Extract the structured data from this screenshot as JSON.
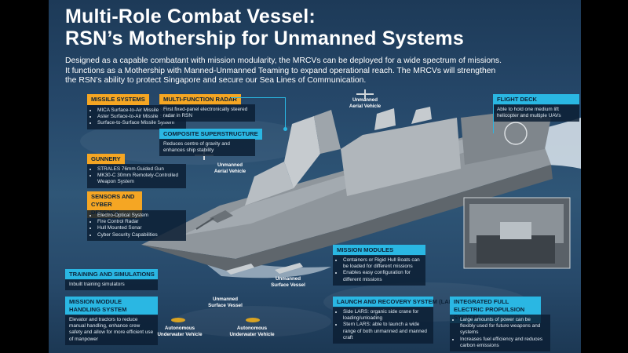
{
  "title_line1": "Multi-Role Combat Vessel:",
  "title_line2": "RSN’s Mothership for Unmanned Systems",
  "intro_lines": [
    "Designed as a capable combatant with mission modularity, the MRCVs can be deployed for a wide spectrum of missions.",
    "It functions as a Mothership with Manned-Unmanned Teaming to expand operational reach. The MRCVs will strengthen",
    "the RSN’s ability to protect Singapore and secure our Sea Lines of Communication."
  ],
  "missile": {
    "title": "MISSILE SYSTEMS",
    "items": [
      "MICA Surface-to-Air Missile System",
      "Aster Surface-to-Air Missile System",
      "Surface-to-Surface Missile System"
    ]
  },
  "mfr": {
    "title": "MULTI-FUNCTION RADAR",
    "text": "First fixed-panel electronically steered radar in RSN"
  },
  "composite": {
    "title": "COMPOSITE SUPERSTRUCTURE",
    "text": "Reduces centre of gravity and enhances ship stability"
  },
  "gunnery": {
    "title": "GUNNERY",
    "items": [
      "STRALES 76mm Guided Gun",
      "MK30-C 30mm Remotely-Controlled Weapon System"
    ]
  },
  "sensors": {
    "title": "SENSORS AND CYBER DEFENCE",
    "items": [
      "Electro-Optical System",
      "Fire Control Radar",
      "Hull Mounted Sonar",
      "Cyber Security Capabilities"
    ]
  },
  "flight": {
    "title": "FLIGHT DECK",
    "text": "Able to hold one medium lift helicopter and multiple UAVs"
  },
  "training": {
    "title": "TRAINING AND SIMULATIONS",
    "text": "Inbuilt training simulators"
  },
  "handling": {
    "title": "MISSION MODULE HANDLING SYSTEM",
    "text": "Elevator and tractors to reduce manual handling, enhance crew safety and allow for more efficient use of manpower"
  },
  "modules": {
    "title": "MISSION MODULES",
    "items": [
      "Containers or Rigid Hull Boats can be loaded for different missions",
      "Enables easy configuration for different missions"
    ]
  },
  "lars": {
    "title": "LAUNCH AND RECOVERY SYSTEM (LARS)",
    "items": [
      "Side LARS: organic side crane for loading/unloading",
      "Stern LARS: able to launch a wide range of both unmanned and manned craft"
    ]
  },
  "propulsion": {
    "title": "INTEGRATED FULL ELECTRIC PROPULSION SYSTEM",
    "items": [
      "Large amounts of power can be flexibly used for future weapons and systems",
      "Increases fuel efficiency and reduces carbon emissions"
    ]
  },
  "labels": {
    "uav_top": "Unmanned Aerial Vehicle",
    "uav_mid": "Unmanned Aerial Vehicle",
    "usv_left": "Unmanned Surface Vessel",
    "usv_right": "Unmanned Surface Vessel",
    "auv_left": "Autonomous Underwater Vehicle",
    "auv_right": "Autonomous Underwater Vehicle"
  },
  "colors": {
    "accent_orange": "#f5a623",
    "accent_cyan": "#2ab7e3",
    "ship_grey": "#8f969c"
  }
}
